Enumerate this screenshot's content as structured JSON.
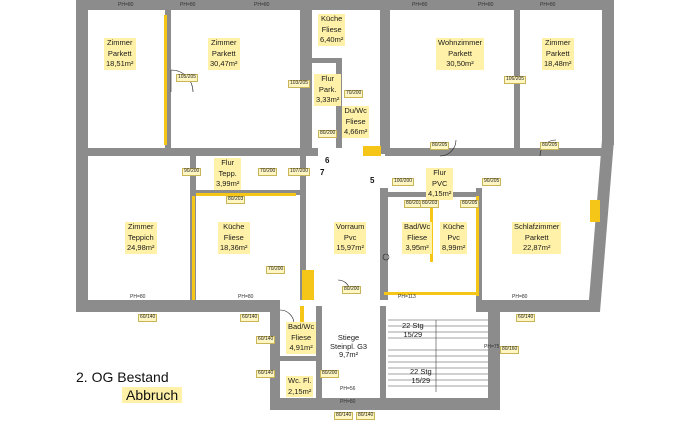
{
  "title": "2. OG Bestand",
  "subtitle": "Abbruch",
  "rooms": [
    {
      "id": "zimmer-1",
      "lines": [
        "Zimmer",
        "Parkett",
        "18,51m²"
      ]
    },
    {
      "id": "zimmer-2",
      "lines": [
        "Zimmer",
        "Parkett",
        "30,47m²"
      ]
    },
    {
      "id": "kueche-top",
      "lines": [
        "Küche",
        "Fliese",
        "6,40m²"
      ]
    },
    {
      "id": "flur-park",
      "lines": [
        "Flur",
        "Park.",
        "3,33m²"
      ]
    },
    {
      "id": "du-wc",
      "lines": [
        "Du/Wc",
        "Fliese",
        "4,66m²"
      ]
    },
    {
      "id": "wohnzimmer",
      "lines": [
        "Wohnzimmer",
        "Parkett",
        "30,50m²"
      ]
    },
    {
      "id": "zimmer-3",
      "lines": [
        "Zimmer",
        "Parkett",
        "18,48m²"
      ]
    },
    {
      "id": "flur-tepp",
      "lines": [
        "Flur",
        "Tepp.",
        "3,99m²"
      ]
    },
    {
      "id": "zimmer-teppich",
      "lines": [
        "Zimmer",
        "Teppich",
        "24,98m²"
      ]
    },
    {
      "id": "kueche-fliese",
      "lines": [
        "Küche",
        "Fliese",
        "18,36m²"
      ]
    },
    {
      "id": "vorraum",
      "lines": [
        "Vorraum",
        "Pvc",
        "15,97m²"
      ]
    },
    {
      "id": "flur-pvc",
      "lines": [
        "Flur",
        "PVC",
        "4,15m²"
      ]
    },
    {
      "id": "bad-wc",
      "lines": [
        "Bad/Wc",
        "Fliese",
        "3,95m²"
      ]
    },
    {
      "id": "kueche-pvc",
      "lines": [
        "Küche",
        "Pvc",
        "8,99m²"
      ]
    },
    {
      "id": "schlafzimmer",
      "lines": [
        "Schlafzimmer",
        "Parkett",
        "22,87m²"
      ]
    },
    {
      "id": "bad-wc-2",
      "lines": [
        "Bad/Wc",
        "Fliese",
        "4,91m²"
      ]
    },
    {
      "id": "stiege",
      "lines": [
        "Stiege",
        "Steinpl. G3",
        "9,7m²"
      ]
    },
    {
      "id": "wc-fl",
      "lines": [
        "Wc. Fl.",
        "2,15m²"
      ]
    },
    {
      "id": "stg-1",
      "lines": [
        "22 Stg",
        "15/29"
      ]
    },
    {
      "id": "stg-2",
      "lines": [
        "22 Stg",
        "15/29"
      ]
    }
  ],
  "door_tags": [
    "105/205",
    "103/205",
    "70/200",
    "80/200",
    "106/205",
    "80/205",
    "80/205",
    "90/200",
    "107/200",
    "70/200",
    "100/200",
    "90/205",
    "80/203",
    "80/203",
    "80/205",
    "80/200",
    "70/200",
    "80/200",
    "80/203"
  ],
  "window_tags": [
    "PH=80",
    "PH=80",
    "PH=80",
    "PH=80",
    "PH=80",
    "PH=80",
    "PH=80",
    "PH=80",
    "PH=80",
    "PH=80",
    "PH=113",
    "PH=56",
    "PH=75"
  ],
  "side_tags": [
    "60/140",
    "60/140",
    "60/140",
    "60/140",
    "60/140",
    "80/160",
    "80/140",
    "80/140"
  ],
  "markers": [
    "6",
    "7",
    "5"
  ]
}
